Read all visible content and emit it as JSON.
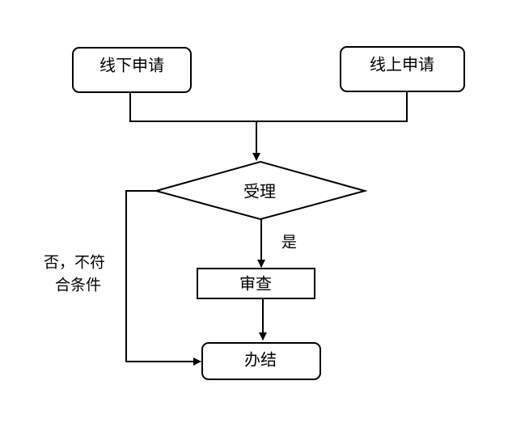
{
  "diagram": {
    "nodes": {
      "offline": {
        "label": "线下申请"
      },
      "online": {
        "label": "线上申请"
      },
      "accept": {
        "label": "受理"
      },
      "review": {
        "label": "审查"
      },
      "conclude": {
        "label": "办结"
      }
    },
    "edges": {
      "yes_label": "是",
      "no_label_line1": "否，不符",
      "no_label_line2": "合条件"
    }
  }
}
